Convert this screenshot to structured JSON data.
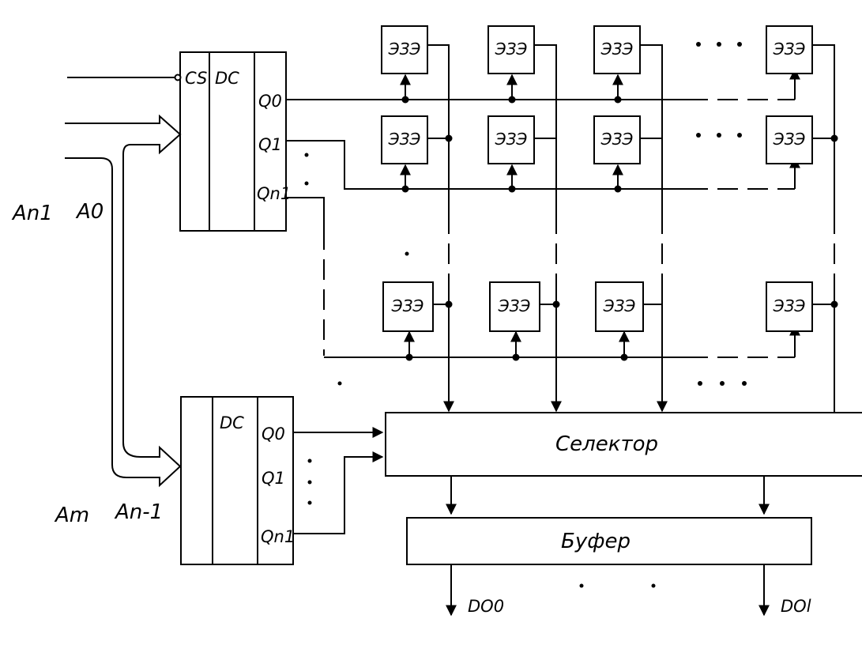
{
  "row_decoder": {
    "cs": "CS",
    "dc": "DC",
    "q0": "Q0",
    "q1": "Q1",
    "qn": "Qn1"
  },
  "column_decoder": {
    "dc": "DC",
    "q0": "Q0",
    "q1": "Q1",
    "qn": "Qn1"
  },
  "labels": {
    "an1": "An1",
    "a0": "A0",
    "am": "Am",
    "an_1": "An-1"
  },
  "cells": {
    "label": "ЭЗЭ"
  },
  "selector": {
    "label": "Селектор"
  },
  "buffer": {
    "label": "Буфер"
  },
  "outputs": {
    "do0": "DO0",
    "dol": "DOl"
  }
}
